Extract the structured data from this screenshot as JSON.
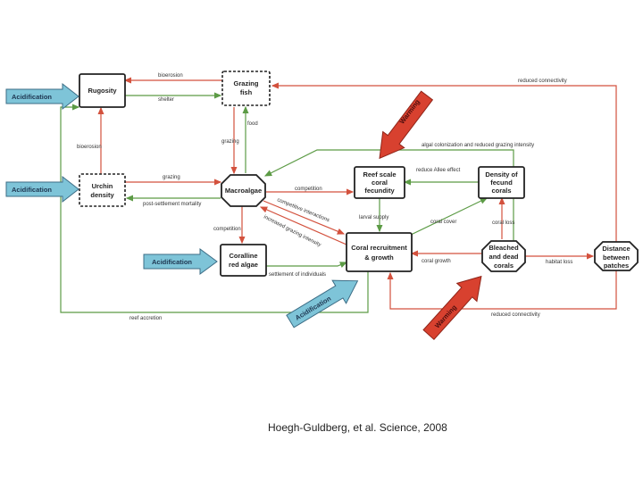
{
  "nodes": {
    "rugosity": "Rugosity",
    "grazing_fish": [
      "Grazing",
      "fish"
    ],
    "urchin_density": [
      "Urchin",
      "density"
    ],
    "macroalgae": "Macroalgae",
    "reef_scale_fecundity": [
      "Reef scale",
      "coral",
      "fecundity"
    ],
    "density_fecund_corals": [
      "Density of",
      "fecund",
      "corals"
    ],
    "coral_recruitment": [
      "Coral recruitment",
      "& growth"
    ],
    "bleached_dead": [
      "Bleached",
      "and dead",
      "corals"
    ],
    "distance_patches": [
      "Distance",
      "between",
      "patches"
    ],
    "coralline_algae": [
      "Coralline",
      "red algae"
    ]
  },
  "drivers": {
    "acidification": "Acidification",
    "warming": "Warming"
  },
  "edge_labels": {
    "bioerosion_top": "bioerosion",
    "shelter": "shelter",
    "reduced_connectivity_top": "reduced connectivity",
    "food": "food",
    "grazing_fish_macro": "grazing",
    "bioerosion_left": "bioerosion",
    "algal_colonization": "algal colonization and reduced grazing intensity",
    "grazing_urchin": "grazing",
    "reduce_allee": "reduce Allee effect",
    "post_settlement": "post-settlement mortality",
    "competition_macro_reef": "competition",
    "competitive_interactions": "competitive interactions",
    "increased_grazing": "increased grazing intensity",
    "larval_supply": "larval supply",
    "coral_cover": "coral cover",
    "coral_loss": "coral loss",
    "competition_macro_coralline": "competition",
    "coral_growth": "coral growth",
    "habitat_loss": "habitat loss",
    "settlement": "settlement of individuals",
    "reef_accretion": "reef accretion",
    "reduced_connectivity_bottom": "reduced connectivity"
  },
  "citation": "Hoegh-Guldberg, et al.  Science, 2008"
}
